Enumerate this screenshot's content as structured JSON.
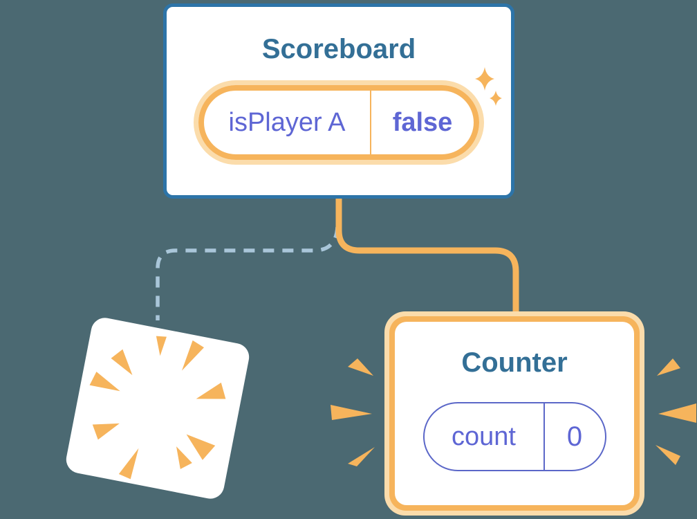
{
  "scoreboard": {
    "title": "Scoreboard",
    "state": {
      "name": "isPlayer A",
      "value": "false"
    }
  },
  "counter": {
    "title": "Counter",
    "state": {
      "name": "count",
      "value": "0"
    }
  },
  "icons": {
    "sparkles": "sparkles-icon",
    "starburst": "starburst-icon",
    "emphasis_left": "emphasis-marks-left-icon",
    "emphasis_right": "emphasis-marks-right-icon"
  },
  "colors": {
    "background": "#4b6972",
    "card_border_blue": "#2d74a8",
    "title_text": "#336f96",
    "state_text": "#5e66d4",
    "orange": "#f6b45c",
    "orange_halo": "#fbdcab",
    "dashed_line": "#a9c6d9",
    "counter_pill_border": "#5b67c8"
  }
}
